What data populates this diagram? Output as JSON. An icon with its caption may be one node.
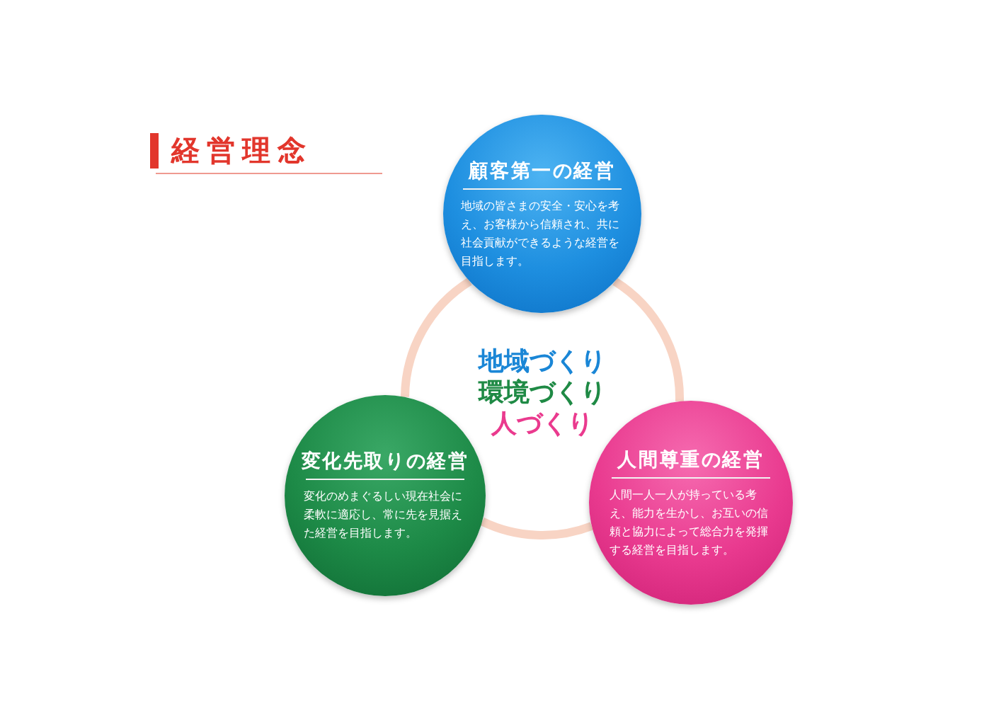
{
  "diagram": {
    "title": "経営理念",
    "nodes": [
      {
        "text": [
          "顧客第一の経営",
          "地域の皆さまの安全・安心を考え、お客様から信頼され、共に社会貢献ができるような経営を目指します。"
        ]
      },
      {
        "text": [
          "変化先取りの経営",
          "変化のめまぐるしい現在社会に柔軟に適応し、常に先を見据えた経営を目指します。"
        ]
      },
      {
        "text": [
          "人間尊重の経営",
          "人間一人一人が持っている考え、能力を生かし、お互いの信頼と協力によって総合力を発揮する経営を目指します。"
        ]
      }
    ],
    "edges": [
      {
        "from": 0,
        "to": 2,
        "arrow": "none"
      },
      {
        "from": 2,
        "to": 1,
        "arrow": "none"
      },
      {
        "from": 1,
        "to": 0,
        "arrow": "none"
      }
    ],
    "labels": [
      "地域づくり",
      "環境づくり",
      "人づくり"
    ]
  }
}
